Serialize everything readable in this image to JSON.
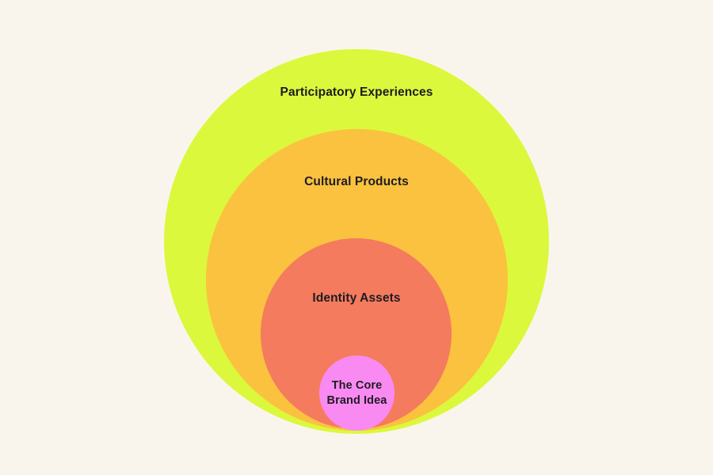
{
  "diagram": {
    "type": "nested-circles",
    "background_color": "#FAF5EC",
    "text_color": "#1D1C22",
    "rings": [
      {
        "label": "Participatory Experiences",
        "color": "#DCF83C"
      },
      {
        "label": "Cultural Products",
        "color": "#FAC23F"
      },
      {
        "label": "Identity Assets",
        "color": "#F47B5E"
      },
      {
        "label": "The Core Brand Idea",
        "color": "#F98AF1"
      }
    ]
  }
}
